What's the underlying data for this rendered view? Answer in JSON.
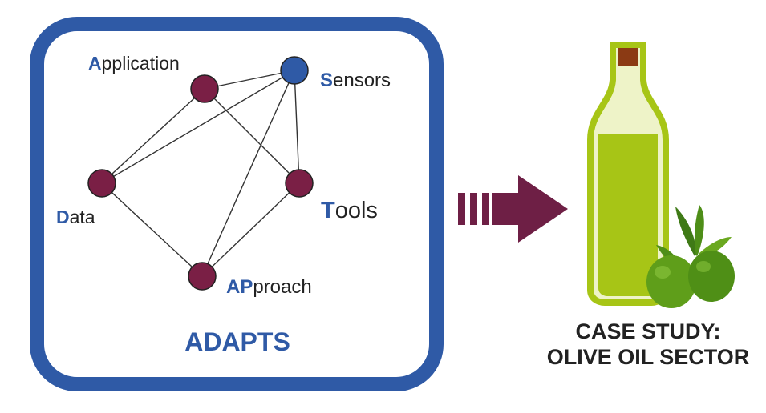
{
  "adapts_box": {
    "title": "ADAPTS",
    "nodes": [
      {
        "id": "application",
        "initial": "A",
        "rest": "pplication",
        "color": "#7a1f45"
      },
      {
        "id": "sensors",
        "initial": "S",
        "rest": "ensors",
        "color": "#2f5aa6"
      },
      {
        "id": "data",
        "initial": "D",
        "rest": "ata",
        "color": "#7a1f45"
      },
      {
        "id": "tools",
        "initial": "T",
        "rest": "ools",
        "color": "#7a1f45"
      },
      {
        "id": "approach",
        "initial": "AP",
        "rest": "proach",
        "color": "#7a1f45"
      }
    ],
    "edges": [
      [
        "application",
        "sensors"
      ],
      [
        "application",
        "tools"
      ],
      [
        "data",
        "application"
      ],
      [
        "data",
        "sensors"
      ],
      [
        "data",
        "approach"
      ],
      [
        "sensors",
        "tools"
      ],
      [
        "sensors",
        "approach"
      ],
      [
        "tools",
        "approach"
      ]
    ]
  },
  "case_study": {
    "line1": "CASE STUDY:",
    "line2": "OLIVE OIL SECTOR"
  },
  "colors": {
    "frame": "#2f5aa6",
    "accent_blue": "#2f5aa6",
    "node_maroon": "#7a1f45",
    "arrow": "#6e1f45",
    "bottle_green": "#a7c516",
    "olive_green": "#5f9e1a",
    "cork": "#8b3a14"
  }
}
